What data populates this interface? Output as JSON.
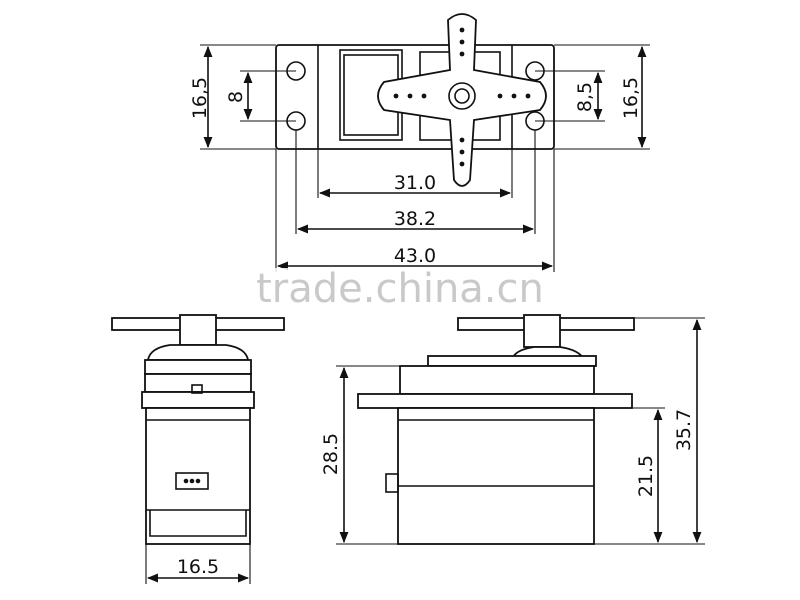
{
  "watermark": "trade.china.cn",
  "top_view": {
    "dim_left_height": "16,5",
    "dim_left_holes": "8",
    "dim_right_holes": "8,5",
    "dim_right_height": "16,5",
    "dim_inner": "31.0",
    "dim_holes_span": "38.2",
    "dim_overall": "43.0"
  },
  "side_view": {
    "dim_width": "16.5"
  },
  "front_view": {
    "dim_case_height": "28.5",
    "dim_flange_height": "21.5",
    "dim_total_height": "35.7"
  }
}
